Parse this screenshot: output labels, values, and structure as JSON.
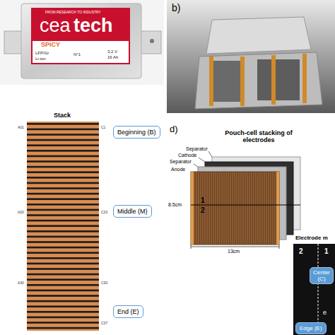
{
  "diagram": {
    "nodes": [
      {
        "text": [
          "Beginning (B)"
        ]
      },
      {
        "text": [
          "Middle (M)"
        ]
      },
      {
        "text": [
          "End (E)"
        ]
      },
      {
        "text": [
          "Center (C)"
        ]
      },
      {
        "text": [
          "Edge (E)"
        ]
      }
    ],
    "labels": [
      "FROM RESEARCH TO INDUSTRY",
      "cea",
      "tech",
      "SPiCY",
      "LFP/Gr",
      "Li-ion",
      "N°1",
      "3,2 V",
      "16 Ah",
      "b)",
      "Stack",
      "A01",
      "C1",
      "A20",
      "C20",
      "A30",
      "C30",
      "C37",
      "d)",
      "Pouch-cell stacking of electrodes",
      "Separator",
      "Cathode",
      "Separator",
      "Anode",
      "8.5cm",
      "1",
      "2",
      "13cm",
      "Electrode m",
      "2",
      "1",
      "e"
    ]
  }
}
